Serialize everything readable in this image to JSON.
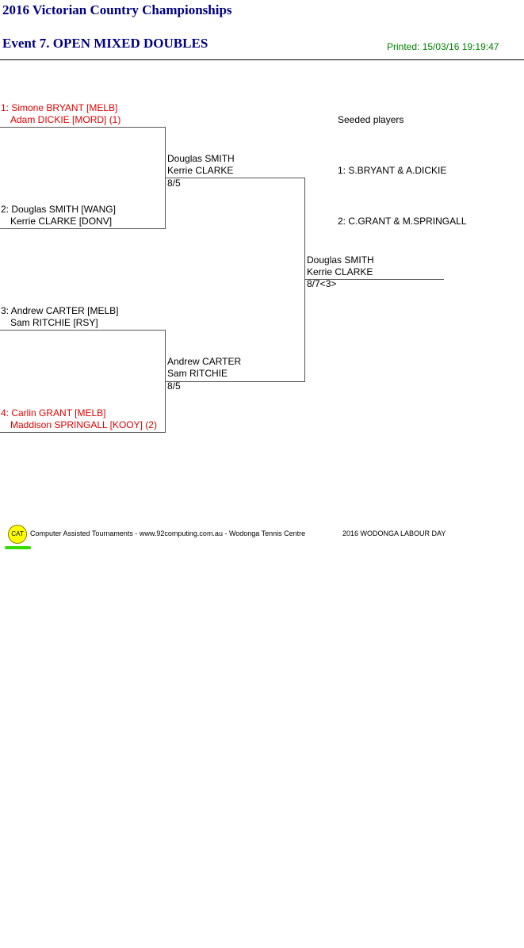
{
  "header": {
    "championship": "2016 Victorian Country Championships",
    "event": "Event 7. OPEN MIXED DOUBLES",
    "printed": "Printed: 15/03/16 19:19:47"
  },
  "round1": [
    {
      "line1": "1: Simone BRYANT [MELB]",
      "line2": "Adam DICKIE [MORD] (1)",
      "seeded": true
    },
    {
      "line1": "2: Douglas SMITH [WANG]",
      "line2": "Kerrie CLARKE [DONV]",
      "seeded": false
    },
    {
      "line1": "3: Andrew CARTER [MELB]",
      "line2": "Sam RITCHIE [RSY]",
      "seeded": false
    },
    {
      "line1": "4: Carlin GRANT [MELB]",
      "line2": "Maddison SPRINGALL [KOOY] (2)",
      "seeded": true
    }
  ],
  "semifinals": [
    {
      "line1": "Douglas SMITH",
      "line2": "Kerrie CLARKE",
      "score": "8/5"
    },
    {
      "line1": "Andrew CARTER",
      "line2": "Sam RITCHIE",
      "score": "8/5"
    }
  ],
  "final": {
    "line1": "Douglas SMITH",
    "line2": "Kerrie CLARKE",
    "score": "8/7<3>"
  },
  "seeds": {
    "heading": "Seeded players",
    "list": [
      "1: S.BRYANT & A.DICKIE",
      "2: C.GRANT & M.SPRINGALL"
    ]
  },
  "footer": {
    "logo": "CAT",
    "credit": "Computer Assisted Tournaments - www.92computing.com.au -  Wodonga Tennis Centre",
    "event_name": "2016 WODONGA LABOUR DAY"
  },
  "colors": {
    "title": "#000080",
    "printed": "#008000",
    "seeded": "#e00000",
    "logo": "#ffff00"
  }
}
